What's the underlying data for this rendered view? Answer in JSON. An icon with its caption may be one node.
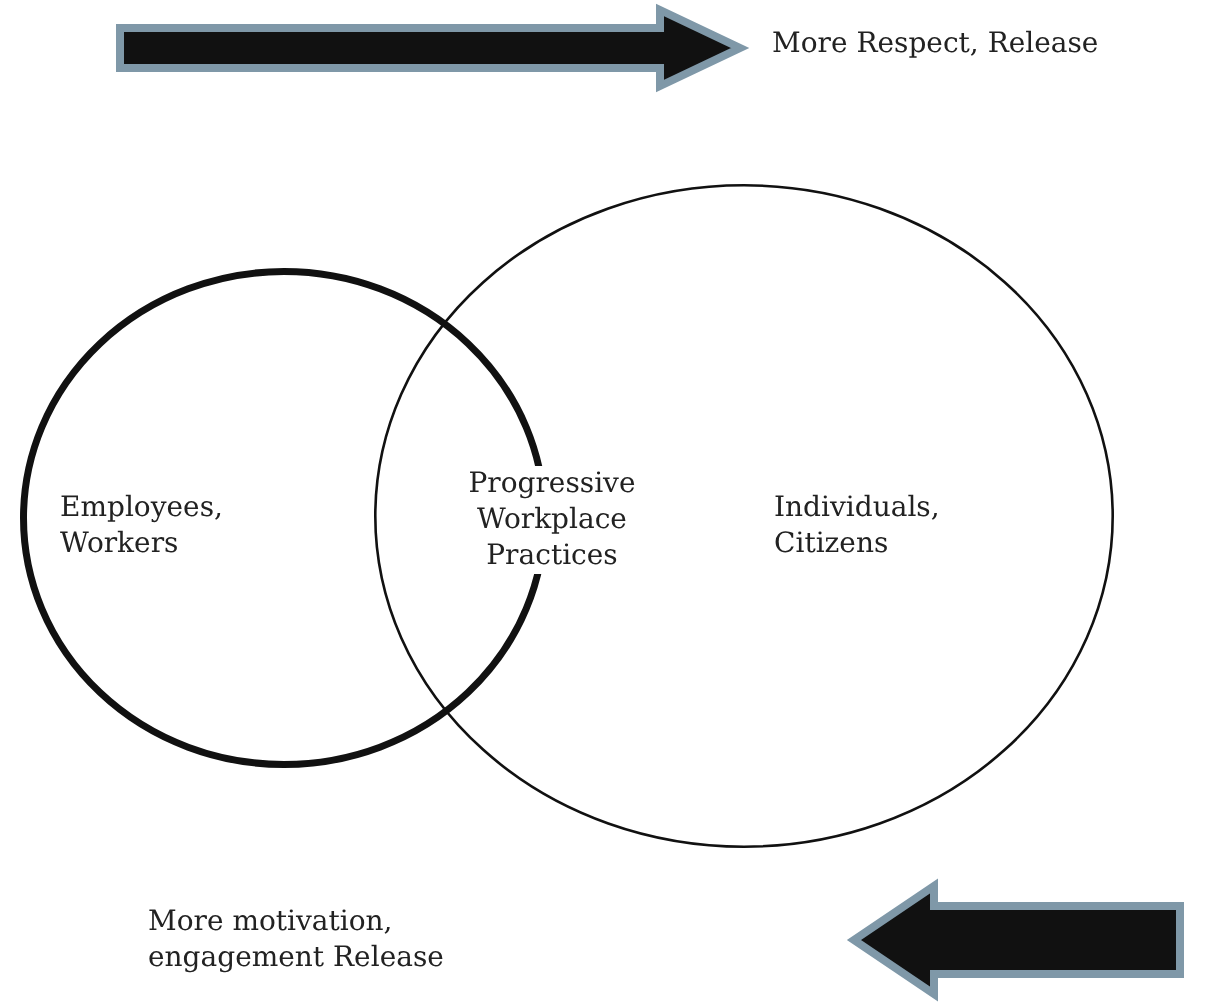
{
  "diagram": {
    "nodes": [
      {
        "text": [
          "Employees, Workers"
        ]
      },
      {
        "text": [
          "Individuals, Citizens"
        ]
      }
    ],
    "labels": [
      "More Respect, Release",
      "Progressive Workplace Practices",
      "More motivation, engagement Release"
    ]
  }
}
